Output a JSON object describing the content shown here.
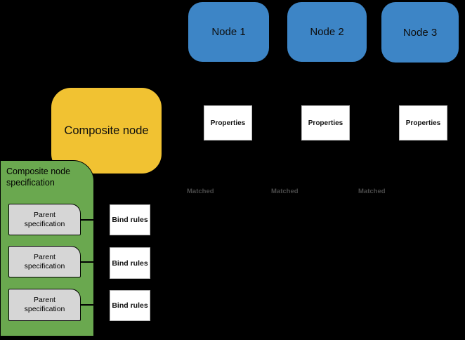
{
  "background_color": "#000000",
  "nodes": [
    {
      "label": "Node 1",
      "color": "#3d85c6"
    },
    {
      "label": "Node 2",
      "color": "#3d85c6"
    },
    {
      "label": "Node 3",
      "color": "#3d85c6"
    }
  ],
  "composite_node": {
    "label": "Composite node",
    "color": "#f1c232"
  },
  "specification": {
    "title": "Composite node specification",
    "color": "#6aa84f",
    "parent_boxes": [
      {
        "label": "Parent specification",
        "color": "#d9d9d9"
      },
      {
        "label": "Parent specification",
        "color": "#d9d9d9"
      },
      {
        "label": "Parent specification",
        "color": "#d9d9d9"
      }
    ]
  },
  "bind_rules_boxes": [
    {
      "label": "Bind rules"
    },
    {
      "label": "Bind rules"
    },
    {
      "label": "Bind rules"
    }
  ],
  "properties_boxes": [
    {
      "label": "Properties"
    },
    {
      "label": "Properties"
    },
    {
      "label": "Properties"
    }
  ],
  "matched_labels": [
    {
      "label": "Matched",
      "color": "#4a4a4a"
    },
    {
      "label": "Matched",
      "color": "#4a4a4a"
    },
    {
      "label": "Matched",
      "color": "#4a4a4a"
    }
  ]
}
